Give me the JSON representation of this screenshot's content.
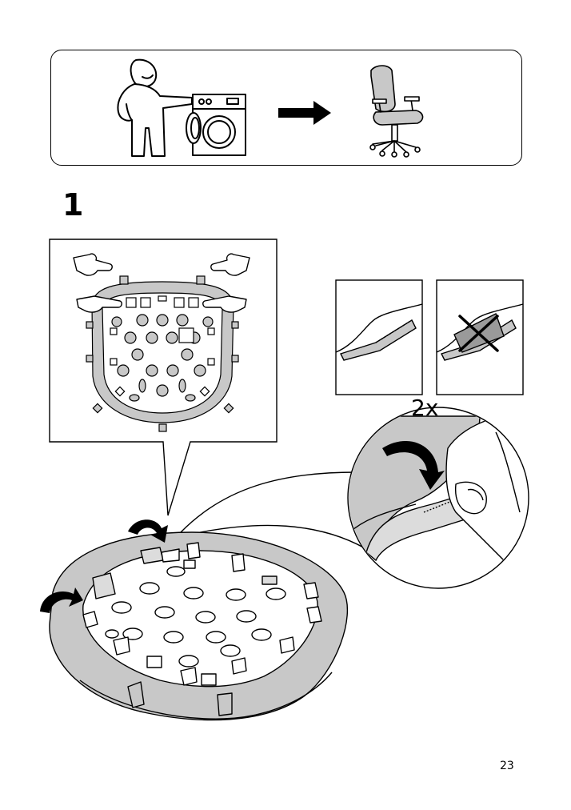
{
  "step": {
    "number": "1",
    "multiplier": "2x"
  },
  "footer": {
    "page_number": "23"
  },
  "icons": {
    "header_left": "person-at-washing-machine-icon",
    "header_arrow": "right-arrow-icon",
    "header_right": "office-chair-icon",
    "correct_panel": "velcro-correct-icon",
    "incorrect_panel": "velcro-incorrect-icon",
    "incorrect_mark": "x-mark-icon"
  },
  "colors": {
    "line": "#000000",
    "fill_gray": "#c8c8c8",
    "fill_light": "#dcdcdc",
    "background": "#ffffff"
  }
}
